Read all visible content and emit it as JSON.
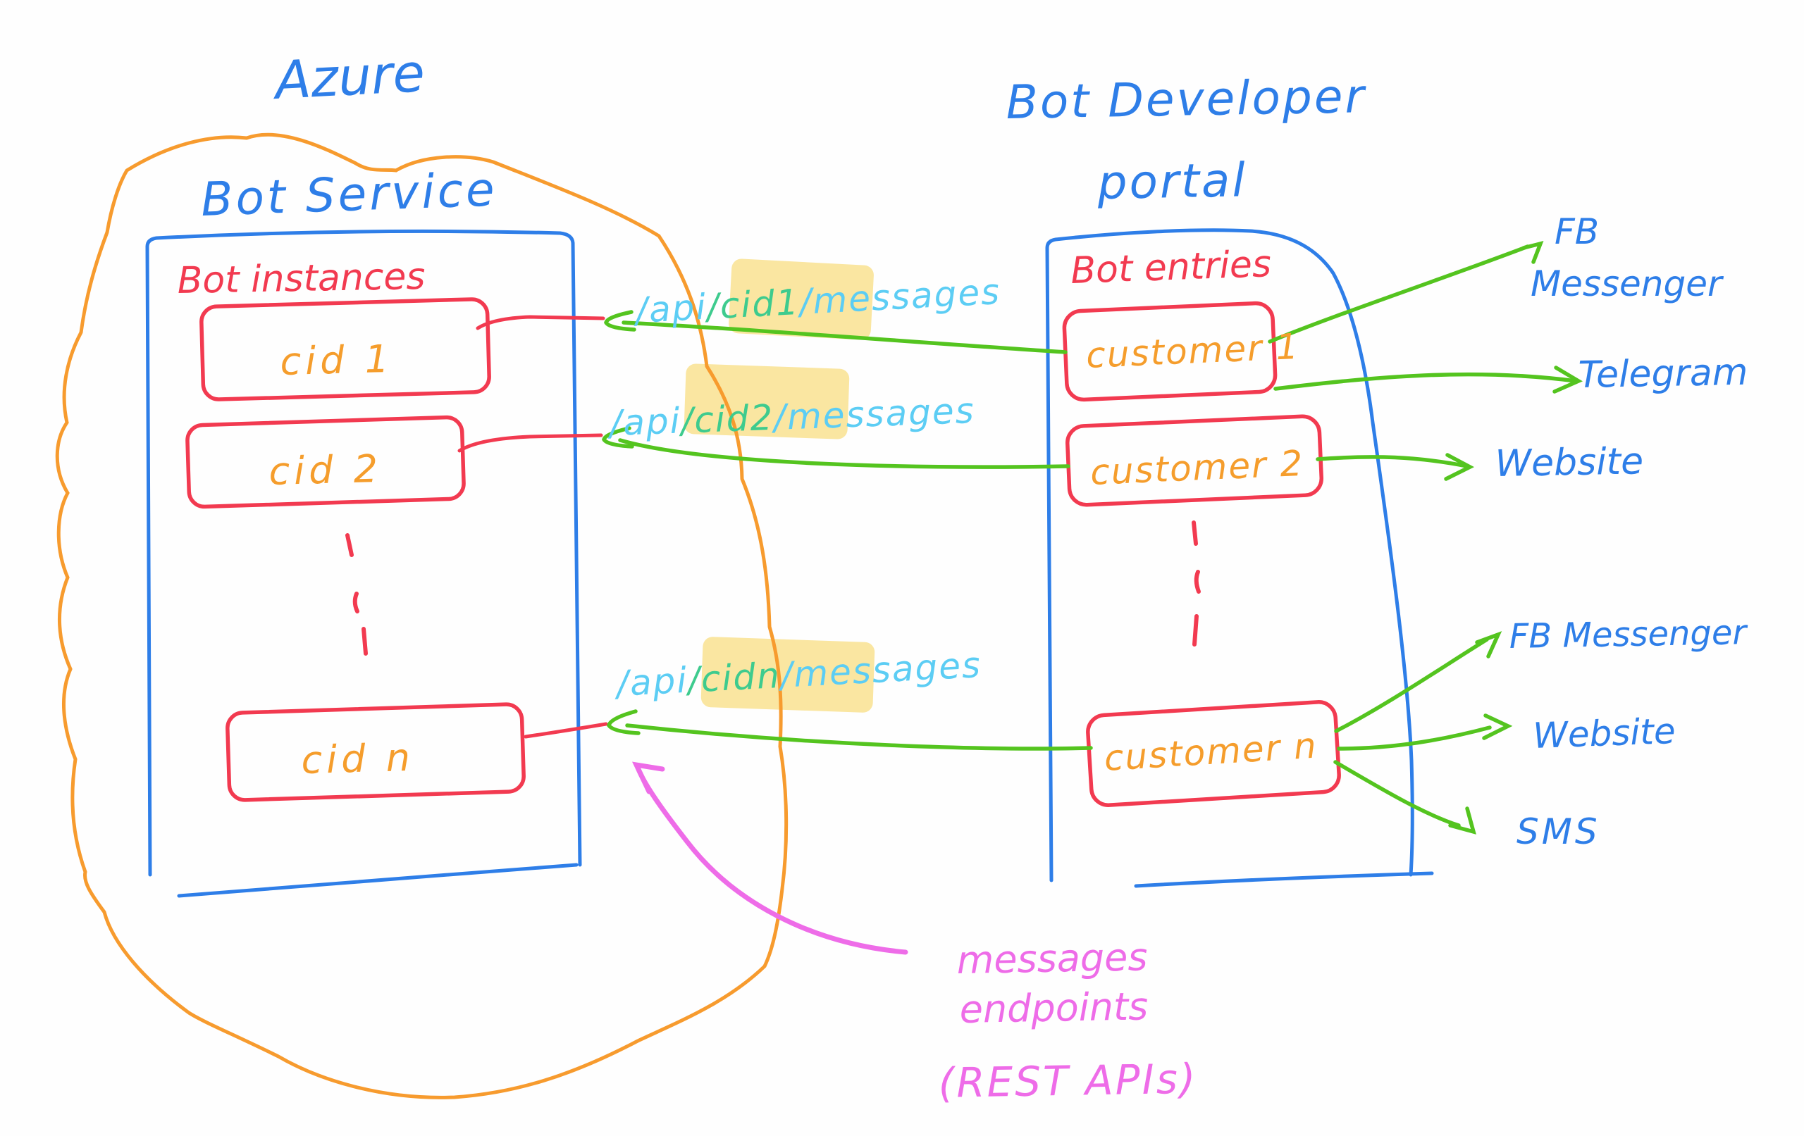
{
  "colors": {
    "blue": "#2e7ee8",
    "red": "#f23a50",
    "orange": "#f79b2e",
    "orange_text": "#f59d2c",
    "green": "#54c41f",
    "cyan": "#5ccdf4",
    "teal": "#3ecb8e",
    "highlight": "#f9e08a",
    "magenta": "#ee6ce8"
  },
  "azure": {
    "title": "Azure",
    "service_label": "Bot Service",
    "box_title": "Bot instances",
    "instances": [
      "cid 1",
      "cid 2",
      "cid n"
    ]
  },
  "portal": {
    "title_line1": "Bot Developer",
    "title_line2": "portal",
    "box_title": "Bot entries",
    "entries": [
      "customer 1",
      "customer 2",
      "customer n"
    ]
  },
  "routes": [
    {
      "prefix": "/api",
      "cid": "/cid1",
      "suffix": "/messages"
    },
    {
      "prefix": "/api",
      "cid": "/cid2",
      "suffix": "/messages"
    },
    {
      "prefix": "/api",
      "cid": "/cidn",
      "suffix": "/messages"
    }
  ],
  "channels": {
    "fb_top_line1": "FB",
    "fb_top_line2": "Messenger",
    "telegram": "Telegram",
    "website_mid": "Website",
    "fb_bottom": "FB Messenger",
    "website_bottom": "Website",
    "sms": "SMS"
  },
  "annotation": {
    "line1": "messages",
    "line2": "endpoints",
    "line3": "(REST APIs)"
  }
}
